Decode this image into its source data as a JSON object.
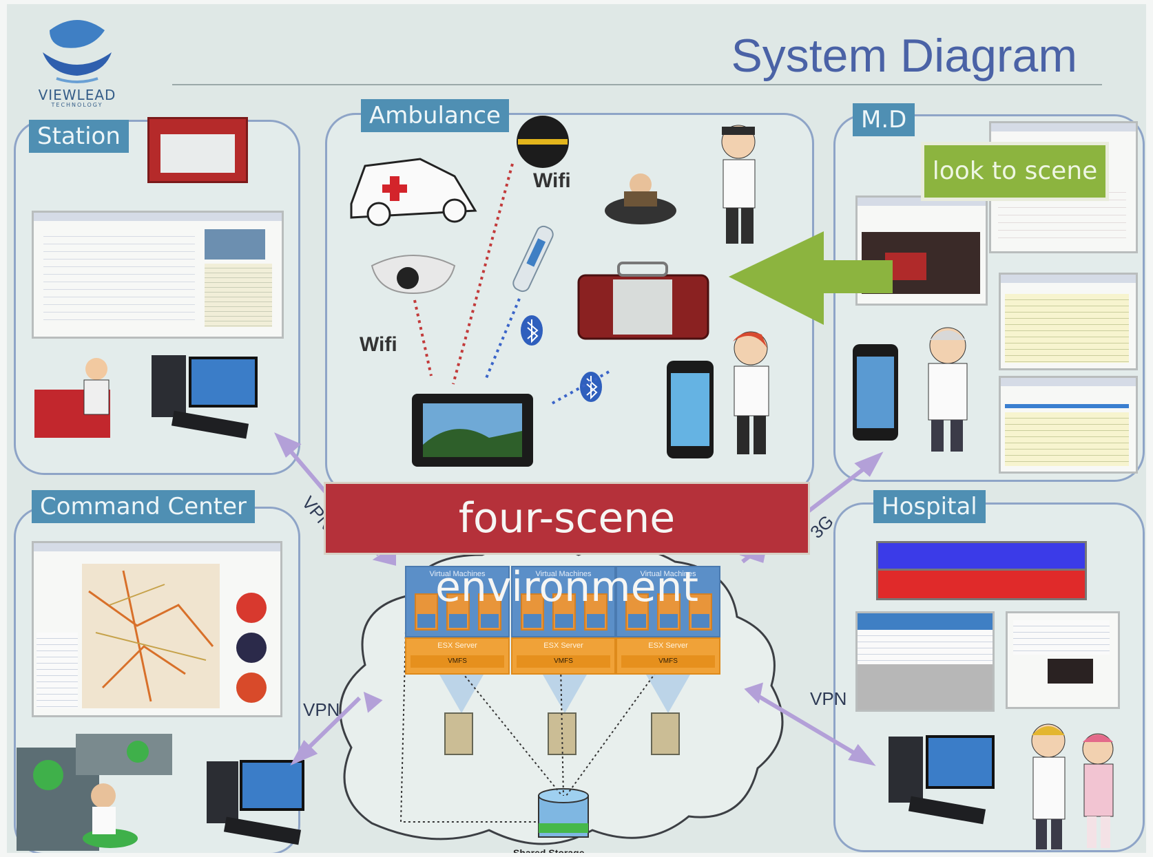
{
  "title": "System Diagram",
  "logo": {
    "name": "VIEWLEAD",
    "sub": "TECHNOLOGY"
  },
  "panels": {
    "station": "Station",
    "ambulance": "Ambulance",
    "md": "M.D",
    "command": "Command Center",
    "hospital": "Hospital"
  },
  "center_banner": "four-scene environment",
  "callout": "look to scene",
  "links": {
    "vpn_top": "VPN",
    "g3": "3G",
    "vpn_left": "VPN",
    "vpn_right": "VPN"
  },
  "wifi": {
    "one": "Wifi",
    "two": "Wifi"
  },
  "cloud": {
    "vm_title": "Virtual Machines",
    "esx": "ESX Server",
    "vmfs": "VMFS",
    "storage": "Shared Storage"
  },
  "colors": {
    "panel_border": "#8ea4c7",
    "tag": "#4f8fb3",
    "banner": "#b5313a",
    "callout": "#8cb43f",
    "title": "#4a62a6"
  }
}
